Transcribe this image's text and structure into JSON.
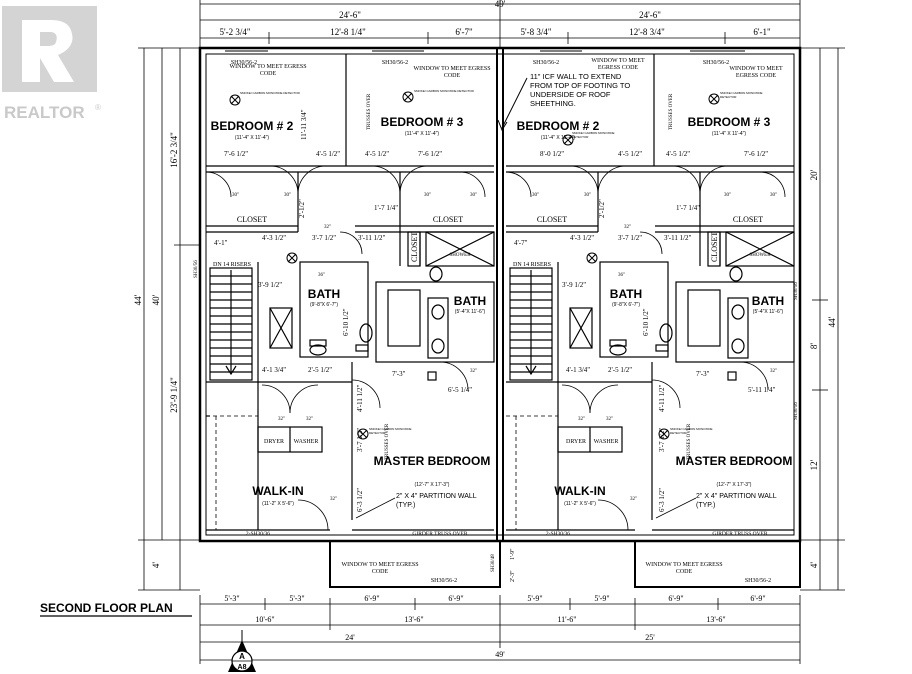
{
  "watermark": {
    "brand": "REALTOR",
    "reg": "®"
  },
  "title": "SECOND FLOOR PLAN",
  "section_marker": {
    "letter": "A",
    "sheet": "A8"
  },
  "top_dims": {
    "overall": "49'",
    "left_half": "24'-6\"",
    "right_half": "24'-6\"",
    "left_segments": [
      "5'-2 3/4\"",
      "12'-8 1/4\"",
      "6'-7\""
    ],
    "right_segments": [
      "5'-8 3/4\"",
      "12'-8 3/4\"",
      "6'-1\""
    ]
  },
  "bottom_dims": {
    "row1_left": [
      "5'-3\"",
      "5'-3\"",
      "6'-9\"",
      "6'-9\""
    ],
    "row1_right": [
      "5'-9\"",
      "5'-9\"",
      "6'-9\"",
      "6'-9\""
    ],
    "row2_left": [
      "10'-6\"",
      "13'-6\""
    ],
    "row2_right": [
      "11'-6\"",
      "13'-6\""
    ],
    "row3_left": "24'",
    "row3_right": "25'",
    "overall": "49'"
  },
  "side_dims": {
    "left_outer": "44'",
    "left_mid": "40'",
    "left_upper": "16'-2 3/4\"",
    "left_lower": "23'-9 1/4\"",
    "left_bottom": "4'",
    "right_outer": "44'",
    "right_a": "20'",
    "right_b": "8'",
    "right_c": "12'",
    "right_d": "4'"
  },
  "left_unit": {
    "bedroom2": {
      "name": "BEDROOM # 2",
      "size": "(11'-4\" X 11'-4\")"
    },
    "bedroom3": {
      "name": "BEDROOM # 3",
      "size": "(11'-4\" X 11'-4\")"
    },
    "bath1": {
      "name": "BATH",
      "size": "(9'-8\"X 6'-7\")"
    },
    "bath2": {
      "name": "BATH",
      "size": "(5'-4\"X 11'-6\")"
    },
    "master": {
      "name": "MASTER BEDROOM",
      "size": "(12'-7\" X 17'-3\")"
    },
    "walkin": {
      "name": "WALK-IN",
      "size": "(11'-2\" X 5'-6\")"
    },
    "closet_a": "CLOSET",
    "closet_b": "CLOSET",
    "closet_v": "CLOSET",
    "dryer": "DRYER",
    "washer": "WASHER",
    "shower": "SHOWER",
    "stairs": "DN 14 RISERS",
    "window1": "WINDOW TO MEET EGRESS CODE",
    "window_tag1": "SH30/56-2",
    "window_tag2": "SH30/56-2",
    "window_bottom": "WINDOW TO MEET EGRESS CODE",
    "window_bottom_tag": "SH30/56-2",
    "smoke": "SMOKE/ CARBON MONOXIDE DETECTOR",
    "trusses": "TRUSSES OVER",
    "partition": "2\" X 4\" PARTITION WALL (TYP.)",
    "girder": "GIRDER TRUSS OVER",
    "lower_window": "2-SH30/36",
    "dims": {
      "b2_w": "7'-6 1/2\"",
      "b2_h": "11'-11 3/4\"",
      "b3_w": "4'-5 1/2\"",
      "b3_w2": "4'-5 1/2\"",
      "b3_w3": "7'-6 1/2\"",
      "c1": "2'-1/2\"",
      "c2": "1'-7 1/4\"",
      "h1": "4'-1\"",
      "h2": "4'-3 1/2\"",
      "h3": "3'-7 1/2\"",
      "h4": "3'-11 1/2\"",
      "h5": "3'-9 1/2\"",
      "h6": "6'-10 1/2\"",
      "h7": "4'-1 3/4\"",
      "h8": "2'-5 1/2\"",
      "h9": "7'-3\"",
      "h10": "6'-5 1/4\"",
      "h11": "4'-11 1/2\"",
      "h12": "3'-7 1/2\"",
      "h13": "6'-3 1/2\"",
      "d30": "30\"",
      "d32": "32\"",
      "d36": "36\""
    }
  },
  "right_unit": {
    "bedroom2": {
      "name": "BEDROOM # 2",
      "size": "(11'-4\" X 11'-4\")"
    },
    "bedroom3": {
      "name": "BEDROOM # 3",
      "size": "(11'-4\" X 11'-4\")"
    },
    "bath1": {
      "name": "BATH",
      "size": "(9'-8\"X 6'-7\")"
    },
    "bath2": {
      "name": "BATH",
      "size": "(5'-4\"X 11'-6\")"
    },
    "master": {
      "name": "MASTER BEDROOM",
      "size": "(12'-7\" X 17'-3\")"
    },
    "walkin": {
      "name": "WALK-IN",
      "size": "(11'-2\" X 5'-6\")"
    },
    "closet_a": "CLOSET",
    "closet_b": "CLOSET",
    "closet_v": "CLOSET",
    "dryer": "DRYER",
    "washer": "WASHER",
    "shower": "SHOWER",
    "stairs": "DN 14 RISERS",
    "icf_note": "11\" ICF WALL TO EXTEND FROM TOP OF FOOTING TO UNDERSIDE OF ROOF SHEETHING.",
    "window1": "WINDOW TO MEET EGRESS CODE",
    "window2": "WINDOW TO MEET EGRESS CODE",
    "window_tag1": "SH30/56-2",
    "window_tag2": "SH30/56-2",
    "window_bottom": "WINDOW TO MEET EGRESS CODE",
    "window_bottom_tag": "SH30/56-2",
    "smoke": "SMOKE/ CARBON MONOXIDE DETECTOR",
    "trusses": "TRUSSES OVER",
    "partition": "2\" X 4\" PARTITION WALL (TYP.)",
    "girder": "GIRDER TRUSS OVER",
    "lower_window": "2-SH30/36",
    "dims": {
      "b2_w": "8'-0 1/2\"",
      "b3_w": "4'-5 1/2\"",
      "b3_w2": "4'-5 1/2\"",
      "b3_w3": "7'-6 1/2\"",
      "c1": "2'-1/2\"",
      "c2": "1'-7 1/4\"",
      "h1": "4'-7\"",
      "h2": "4'-3 1/2\"",
      "h3": "3'-7 1/2\"",
      "h4": "3'-11 1/2\"",
      "h5": "3'-9 1/2\"",
      "h6": "6'-10 1/2\"",
      "h7": "4'-1 3/4\"",
      "h8": "2'-5 1/2\"",
      "h9": "7'-3\"",
      "h10": "5'-11 1/4\"",
      "h11": "4'-11 1/2\"",
      "h12": "3'-7 1/2\"",
      "h13": "6'-3 1/2\"",
      "d30": "30\"",
      "d32": "32\"",
      "d36": "36\""
    }
  },
  "misc": {
    "sh_left": "SH30/56",
    "sh_right1": "SH30/56",
    "sh_right2": "SH30/56",
    "sh_mid": "SH30/48",
    "mid_dim1": "1'-9\"",
    "mid_dim2": "2'-3\""
  }
}
